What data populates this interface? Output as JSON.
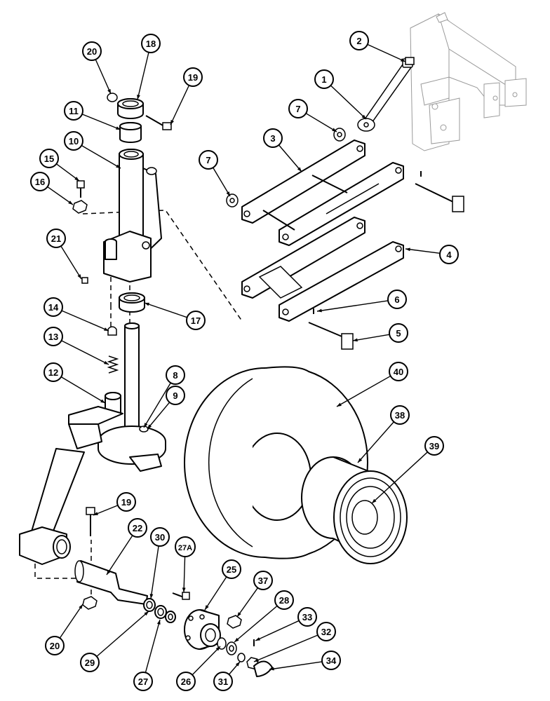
{
  "diagram": {
    "callouts": [
      {
        "id": "c1",
        "label": "1"
      },
      {
        "id": "c2",
        "label": "2"
      },
      {
        "id": "c3",
        "label": "3"
      },
      {
        "id": "c4",
        "label": "4"
      },
      {
        "id": "c5",
        "label": "5"
      },
      {
        "id": "c6",
        "label": "6"
      },
      {
        "id": "c7a",
        "label": "7"
      },
      {
        "id": "c7b",
        "label": "7"
      },
      {
        "id": "c8",
        "label": "8"
      },
      {
        "id": "c9",
        "label": "9"
      },
      {
        "id": "c10",
        "label": "10"
      },
      {
        "id": "c11",
        "label": "11"
      },
      {
        "id": "c12",
        "label": "12"
      },
      {
        "id": "c13",
        "label": "13"
      },
      {
        "id": "c14",
        "label": "14"
      },
      {
        "id": "c15",
        "label": "15"
      },
      {
        "id": "c16",
        "label": "16"
      },
      {
        "id": "c17",
        "label": "17"
      },
      {
        "id": "c18",
        "label": "18"
      },
      {
        "id": "c19a",
        "label": "19"
      },
      {
        "id": "c19b",
        "label": "19"
      },
      {
        "id": "c20a",
        "label": "20"
      },
      {
        "id": "c20b",
        "label": "20"
      },
      {
        "id": "c21",
        "label": "21"
      },
      {
        "id": "c22",
        "label": "22"
      },
      {
        "id": "c25",
        "label": "25"
      },
      {
        "id": "c26",
        "label": "26"
      },
      {
        "id": "c27",
        "label": "27"
      },
      {
        "id": "c27a",
        "label": "27A"
      },
      {
        "id": "c28",
        "label": "28"
      },
      {
        "id": "c29",
        "label": "29"
      },
      {
        "id": "c30",
        "label": "30"
      },
      {
        "id": "c31",
        "label": "31"
      },
      {
        "id": "c32",
        "label": "32"
      },
      {
        "id": "c33",
        "label": "33"
      },
      {
        "id": "c34",
        "label": "34"
      },
      {
        "id": "c37",
        "label": "37"
      },
      {
        "id": "c38",
        "label": "38"
      },
      {
        "id": "c39",
        "label": "39"
      },
      {
        "id": "c40",
        "label": "40"
      }
    ]
  }
}
